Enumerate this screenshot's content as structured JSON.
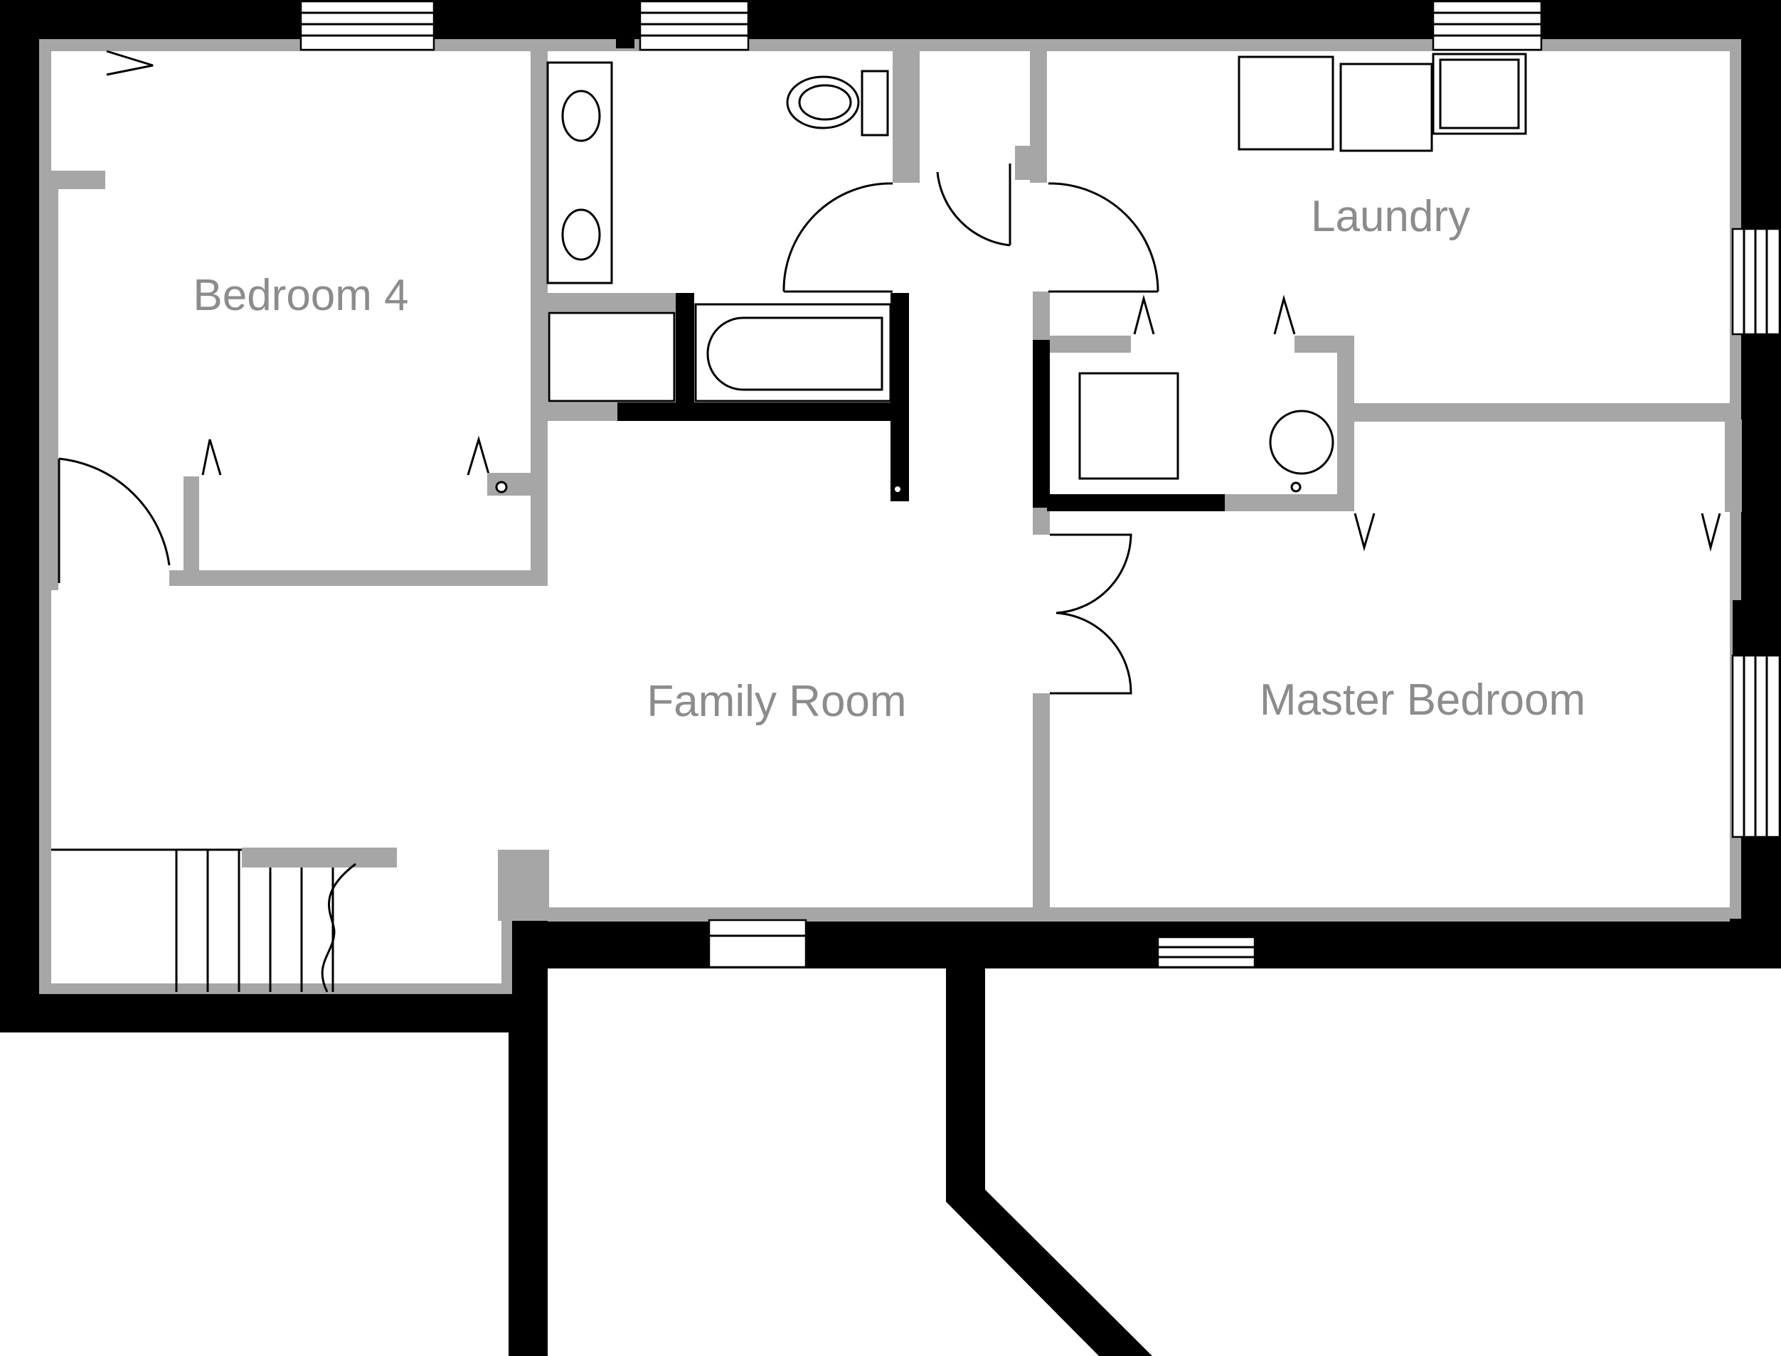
{
  "floorplan": {
    "colors": {
      "exterior_wall": "#000000",
      "interior_wall": "#a6a6a6",
      "label_text": "#8c8c8c",
      "background": "#ffffff"
    },
    "rooms": [
      {
        "id": "bedroom-4",
        "label": "Bedroom 4"
      },
      {
        "id": "laundry",
        "label": "Laundry"
      },
      {
        "id": "family-room",
        "label": "Family Room"
      },
      {
        "id": "master-bedroom",
        "label": "Master Bedroom"
      }
    ],
    "fixtures": [
      "toilet-icon",
      "double-sink-icon",
      "bathtub-icon",
      "washer-icon",
      "dryer-icon",
      "utility-sink-icon",
      "water-heater-icon",
      "furnace-icon",
      "stairs-icon"
    ]
  }
}
